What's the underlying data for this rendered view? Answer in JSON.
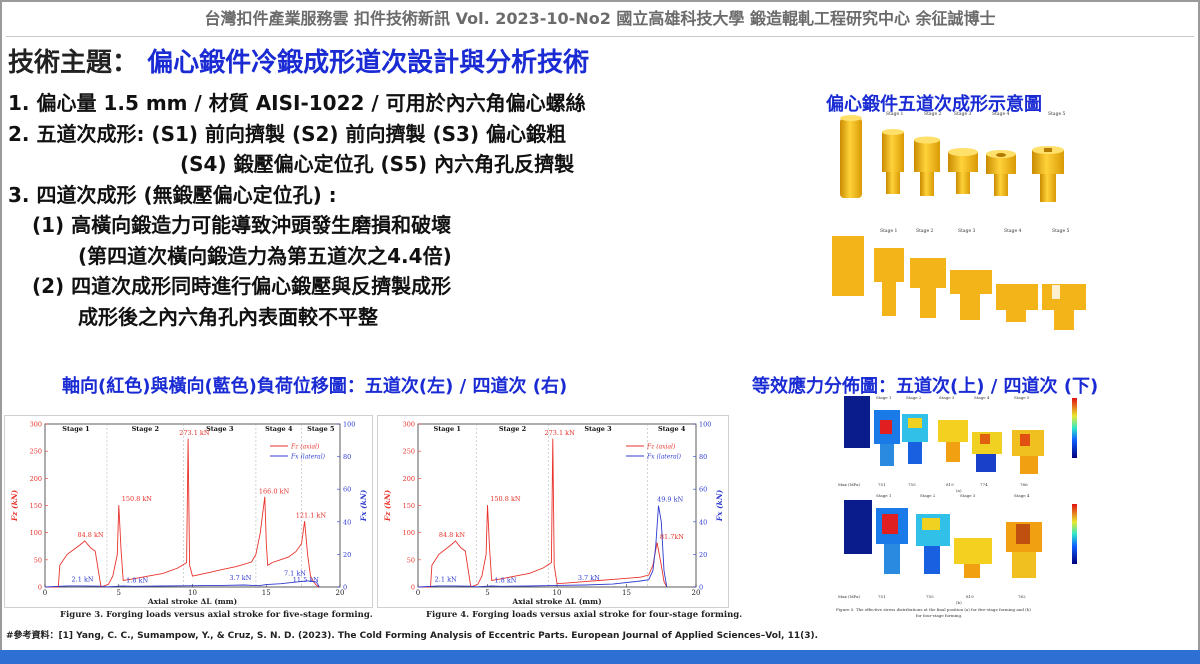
{
  "header": {
    "text": "台灣扣件產業服務雲  扣件技術新訊  Vol. 2023-10-No2  國立高雄科技大學  鍛造輥軋工程研究中心  余征誠博士"
  },
  "topic": {
    "label": "技術主題：",
    "title": "偏心鍛件冷鍛成形道次設計與分析技術"
  },
  "body_lines": [
    "1. 偏心量 1.5 mm / 材質 AISI-1022 / 可用於內六角偏心螺絲",
    "2. 五道次成形: (S1) 前向擠製 (S2) 前向擠製 (S3) 偏心鍛粗",
    "(S4) 鍛壓偏心定位孔 (S5) 內六角孔反擠製",
    "3. 四道次成形 (無鍛壓偏心定位孔) :",
    "(1) 高橫向鍛造力可能導致沖頭發生磨損和破壞",
    "(第四道次橫向鍛造力為第五道次之4.4倍)",
    "(2) 四道次成形同時進行偏心鍛壓與反擠製成形",
    "成形後之內六角孔內表面較不平整"
  ],
  "captions": {
    "five_stage_schematic": "偏心鍛件五道次成形示意圖",
    "load_charts": "軸向(紅色)與橫向(藍色)負荷位移圖：五道次(左) / 四道次 (右)",
    "stress": "等效應力分佈圖：五道次(上) / 四道次 (下)"
  },
  "schematic": {
    "stages": [
      "Stage 1",
      "Stage 2",
      "Stage 3",
      "Stage 4",
      "Stage 5"
    ],
    "part_color": "#f2b418"
  },
  "stress_fig": {
    "stages": [
      "Stage 1",
      "Stage 2",
      "Stage 3",
      "Stage 4",
      "Stage 5"
    ],
    "row_a_max_label": "Max (MPa)",
    "row_a_values": [
      "751",
      "755",
      "819",
      "774",
      "766"
    ],
    "row_a_tag": "(a)",
    "row_b_stages": [
      "Stage 1",
      "Stage 2",
      "Stage 3",
      "Stage 4"
    ],
    "row_b_values": [
      "751",
      "755",
      "819",
      "762"
    ],
    "row_b_tag": "(b)",
    "caption_line1": "Figure 5. The effective stress distributions at the final position (a) for five-stage forming and (b)",
    "caption_line2": "for four-stage forming."
  },
  "chart_data": [
    {
      "type": "line",
      "title": "",
      "stage_labels": [
        "Stage 1",
        "Stage 2",
        "Stage 3",
        "Stage 4",
        "Stage 5"
      ],
      "xlabel": "Axial stroke ΔL (mm)",
      "ylabel_left": "Fz (kN)",
      "ylabel_right": "Fx (kN)",
      "xlim": [
        0,
        20
      ],
      "ylim_left": [
        0,
        300
      ],
      "ylim_right": [
        0,
        100
      ],
      "x_ticks": [
        0,
        5,
        10,
        15,
        20
      ],
      "y_ticks_left": [
        0,
        50,
        100,
        150,
        200,
        250,
        300
      ],
      "y_ticks_right": [
        0,
        20,
        40,
        60,
        80,
        100
      ],
      "legend": [
        "Fz (axial)",
        "Fx (lateral)"
      ],
      "series": [
        {
          "name": "Fz (axial)",
          "color": "#e8332b",
          "x": [
            0,
            0.9,
            1.0,
            1.5,
            2.0,
            2.4,
            2.7,
            2.9,
            3.1,
            3.4,
            3.8,
            4.3,
            4.6,
            4.9,
            5.0,
            5.15,
            5.3,
            6.0,
            7.0,
            8.0,
            9.0,
            9.6,
            9.7,
            9.8,
            10.0,
            11.0,
            12.0,
            13.0,
            14.0,
            14.3,
            14.6,
            14.9,
            15.0,
            15.1,
            15.4,
            16.5,
            17.0,
            17.4,
            17.6,
            17.8,
            18.0,
            18.2,
            18.4,
            18.6
          ],
          "y": [
            0,
            0,
            40,
            60,
            70,
            78,
            84.8,
            78,
            72,
            66,
            0,
            5,
            20,
            60,
            150.8,
            70,
            12,
            15,
            20,
            25,
            35,
            45,
            273.1,
            40,
            20,
            26,
            32,
            38,
            46,
            60,
            100,
            166.0,
            80,
            40,
            45,
            55,
            65,
            80,
            121.1,
            60,
            20,
            10,
            3,
            0
          ]
        },
        {
          "name": "Fx (lateral)",
          "color": "#2f3bd0",
          "x": [
            0,
            1.5,
            2.5,
            3.8,
            4.2,
            5.0,
            5.3,
            6.0,
            8.0,
            10.0,
            12.0,
            13.5,
            14.5,
            15.0,
            16.0,
            17.0,
            17.8,
            18.4,
            18.6
          ],
          "y": [
            0,
            0.7,
            0.7,
            0.5,
            0.1,
            0.5,
            0.6,
            0.4,
            0.6,
            0.8,
            1.0,
            1.2,
            0.8,
            1.5,
            2.0,
            3.0,
            3.8,
            3.0,
            0
          ]
        }
      ],
      "annotations": [
        "84.8 kN",
        "150.8 kN",
        "273.1 kN",
        "166.0 kN",
        "121.1 kN",
        "2.1 kN",
        "1.8 kN",
        "3.7 kN",
        "7.1 kN",
        "11.5 kN"
      ],
      "caption": "Figure 3. Forging loads versus axial stroke for five-stage forming."
    },
    {
      "type": "line",
      "title": "",
      "stage_labels": [
        "Stage 1",
        "Stage 2",
        "Stage 3",
        "Stage 4"
      ],
      "xlabel": "Axial stroke ΔL (mm)",
      "ylabel_left": "Fz (kN)",
      "ylabel_right": "Fx (kN)",
      "xlim": [
        0,
        20
      ],
      "ylim_left": [
        0,
        300
      ],
      "ylim_right": [
        0,
        100
      ],
      "x_ticks": [
        0,
        5,
        10,
        15,
        20
      ],
      "y_ticks_left": [
        0,
        50,
        100,
        150,
        200,
        250,
        300
      ],
      "y_ticks_right": [
        0,
        20,
        40,
        60,
        80,
        100
      ],
      "legend": [
        "Fz (axial)",
        "Fx (lateral)"
      ],
      "series": [
        {
          "name": "Fz (axial)",
          "color": "#e8332b",
          "x": [
            0,
            0.9,
            1.0,
            1.5,
            2.0,
            2.4,
            2.7,
            2.9,
            3.1,
            3.4,
            3.8,
            4.3,
            4.6,
            4.9,
            5.0,
            5.15,
            5.3,
            6.0,
            7.0,
            8.0,
            9.0,
            9.6,
            9.7,
            9.8,
            10.0,
            11.0,
            12.0,
            13.0,
            14.0,
            15.0,
            16.0,
            16.6,
            16.9,
            17.2,
            17.5,
            17.7,
            17.9
          ],
          "y": [
            0,
            0,
            40,
            60,
            70,
            78,
            84.8,
            78,
            72,
            66,
            0,
            5,
            20,
            60,
            150.8,
            70,
            12,
            15,
            20,
            25,
            35,
            45,
            273.1,
            40,
            6,
            8,
            10,
            12,
            14,
            16,
            18,
            22,
            40,
            81.7,
            40,
            10,
            0
          ]
        },
        {
          "name": "Fx (lateral)",
          "color": "#2f3bd0",
          "x": [
            0,
            1.5,
            2.5,
            3.8,
            4.2,
            5.0,
            5.3,
            6.0,
            8.0,
            10.0,
            12.0,
            14.0,
            16.0,
            16.6,
            16.9,
            17.1,
            17.3,
            17.5,
            17.7,
            17.9
          ],
          "y": [
            0,
            0.7,
            0.7,
            0.5,
            0.1,
            0.5,
            0.6,
            0.4,
            0.6,
            1.0,
            1.2,
            1.8,
            3.7,
            4.5,
            10,
            25,
            49.9,
            40,
            10,
            0
          ]
        }
      ],
      "annotations": [
        "84.8 kN",
        "150.8 kN",
        "273.1 kN",
        "81.7kN",
        "49.9 kN",
        "2.1 kN",
        "1.8 kN",
        "3.7 kN"
      ],
      "caption": "Figure 4. Forging loads versus axial stroke for four-stage forming."
    }
  ],
  "reference": "#參考資料：[1] Yang, C. C., Sumampow, Y., & Cruz, S. N. D. (2023). The Cold Forming Analysis of Eccentric Parts. European Journal of Applied Sciences–Vol, 11(3).",
  "colors": {
    "accent_blue": "#1a2bd4",
    "footer_bar": "#2d6fd3",
    "header_gray": "#6b6b6b"
  }
}
